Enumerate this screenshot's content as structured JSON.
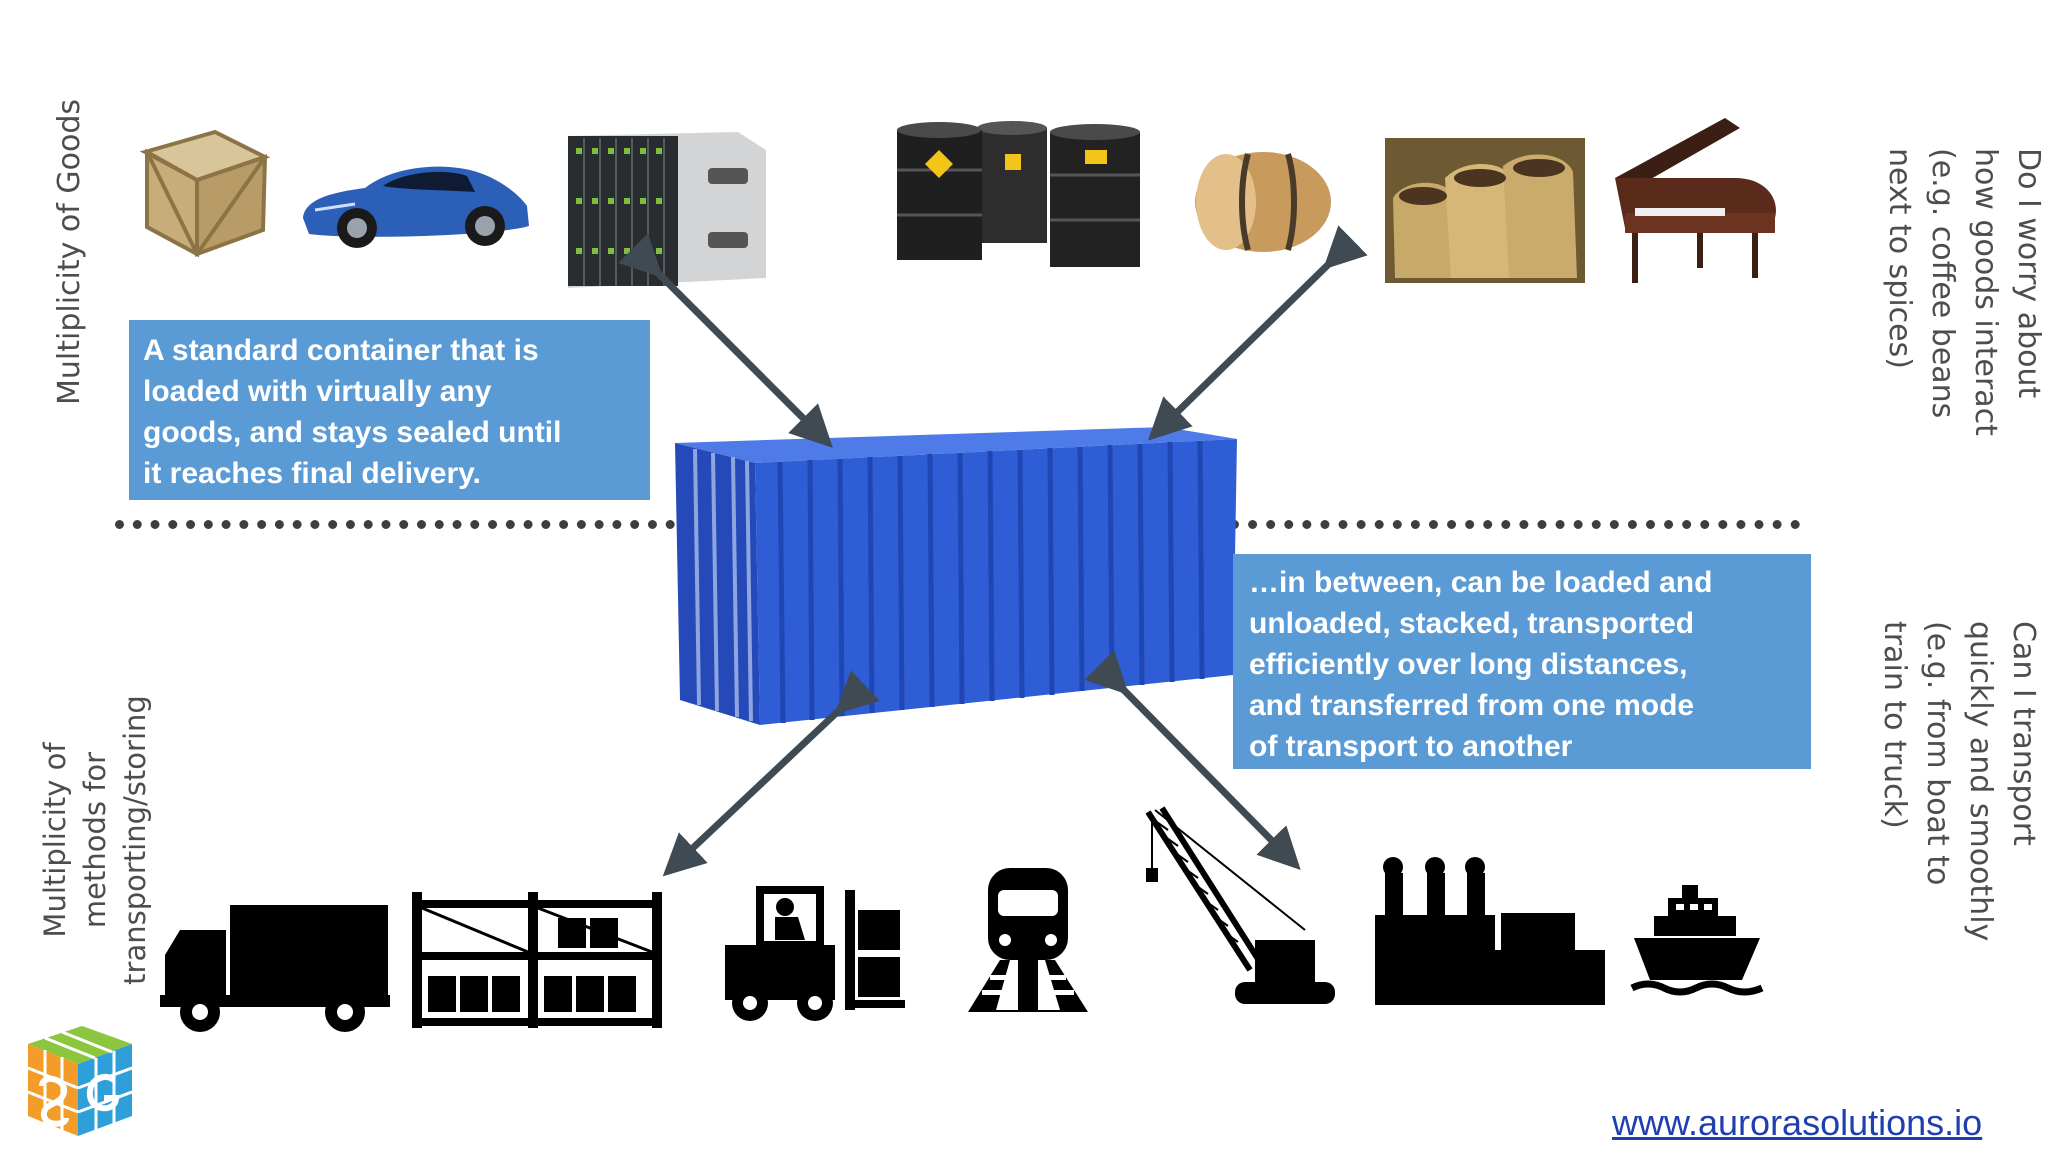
{
  "side_labels": {
    "goods": "Multiplicity of Goods",
    "methods": [
      "Multiplicity of",
      "methods for",
      "transporting/storing"
    ],
    "question_goods": [
      "Do I worry about",
      "how goods interact",
      "(e.g. coffee beans",
      "next to spices)"
    ],
    "question_transport": [
      "Can I transport",
      "quickly and smoothly",
      "(e.g. from boat to",
      "train to truck)"
    ]
  },
  "boxes": {
    "top": [
      "A standard container that is",
      "loaded with  virtually  any",
      "goods, and stays sealed until",
      "it reaches final delivery."
    ],
    "bottom": [
      "…in between,  can be loaded and",
      "unloaded, stacked, transported",
      "efficiently  over long distances,",
      "and transferred from one mode",
      "of transport to another"
    ]
  },
  "footer": {
    "link": "www.aurorasolutions.io"
  },
  "colors": {
    "box_blue": "#5b9bd5",
    "container_blue": "#2f5dd6",
    "arrow": "#3f4a52",
    "text_gray": "#4d4d4d",
    "link_blue": "#1f3fb0"
  },
  "icons": {
    "goods": [
      "crate-icon",
      "sports-car-icon",
      "server-rack-icon",
      "oil-drums-icon",
      "wooden-barrel-icon",
      "sacks-icon",
      "grand-piano-icon"
    ],
    "transport": [
      "truck-icon",
      "warehouse-rack-icon",
      "forklift-icon",
      "train-icon",
      "crane-icon",
      "factory-icon",
      "ship-icon"
    ]
  }
}
